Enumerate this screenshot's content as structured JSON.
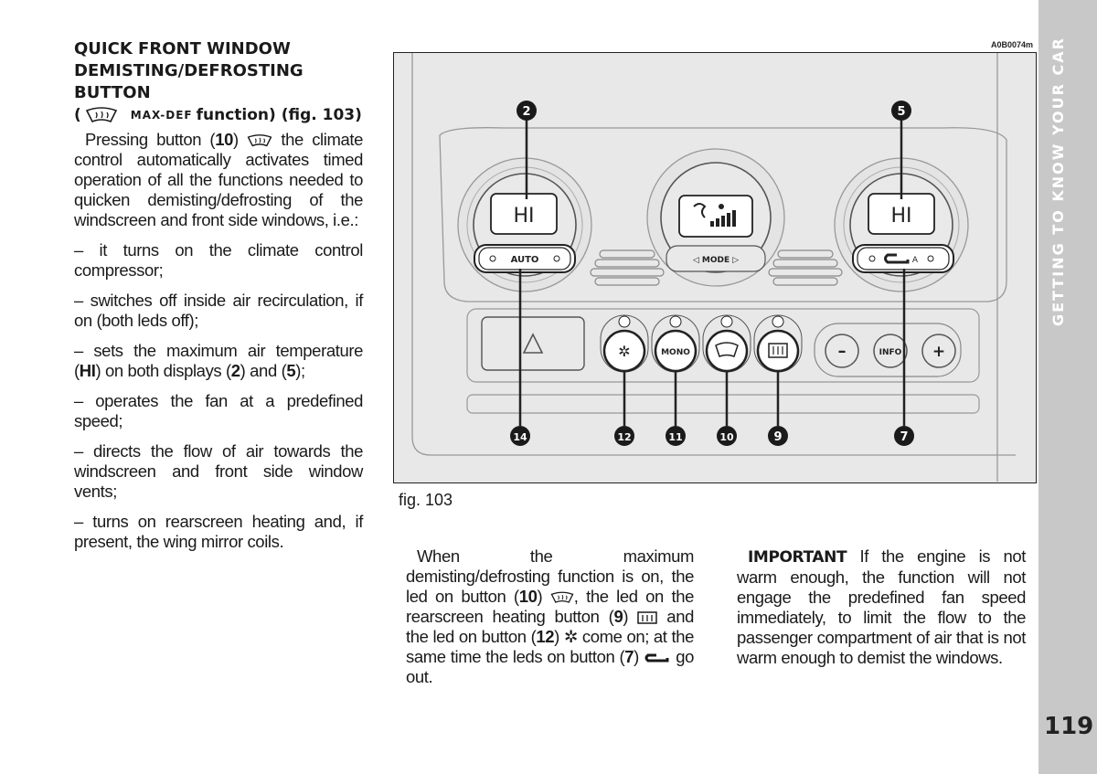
{
  "sidebar": {
    "section_title": "GETTING TO KNOW YOUR CAR",
    "page_number": "119"
  },
  "left": {
    "heading": "QUICK FRONT WINDOW DEMISTING/DEFROSTING BUTTON",
    "sub_open": "(",
    "sub_smallcaps": "MAX-DEF",
    "sub_rest": "function) (fig. 103)",
    "intro_a": "Pressing button (",
    "intro_b": "10",
    "intro_c": ") ",
    "intro_d": " the climate control automatically activates timed operation of  all the functions needed to quicken demisting/defrosting of the windscreen and front side windows, i.e.:",
    "b1": "– it turns on the climate control compressor;",
    "b2": "– switches off inside air recirculation, if on (both leds off);",
    "b3_a": "– sets the maximum air temperature (",
    "b3_b": "HI",
    "b3_c": ") on both displays (",
    "b3_d": "2",
    "b3_e": ") and (",
    "b3_f": "5",
    "b3_g": ");",
    "b4": "– operates the fan at a predefined speed;",
    "b5": "– directs the flow of air towards the windscreen and front side window vents;",
    "b6": "– turns on rearscreen heating and, if present, the wing mirror coils."
  },
  "figure": {
    "code": "A0B0074m",
    "caption": "fig. 103",
    "display_left": "HI",
    "display_right": "HI",
    "auto_label": "AUTO",
    "mode_label": "◁ MODE ▷",
    "recirc_label": "A",
    "mono_label": "MONO",
    "minus_label": "–",
    "info_label": "INFO",
    "plus_label": "+",
    "callouts": [
      "2",
      "5",
      "14",
      "12",
      "11",
      "10",
      "9",
      "7"
    ]
  },
  "col2": {
    "t1": "When the maximum demisting/defrosting function is on, the led on button (",
    "t2": "10",
    "t3": ") ",
    "t4": ", the led on the rearscreen heating button (",
    "t5": "9",
    "t6": ") ",
    "t7": " and the led on button (",
    "t8": "12",
    "t9": ") ",
    "t10": " come on; at the same time the leds on button (",
    "t11": "7",
    "t12": ") ",
    "t13": " go out."
  },
  "col3": {
    "important": "IMPORTANT",
    "text": " If the engine is not warm enough, the function will not engage the predefined fan speed immediately, to limit the flow to the passenger compartment of air that is not warm enough to demist the windows."
  }
}
